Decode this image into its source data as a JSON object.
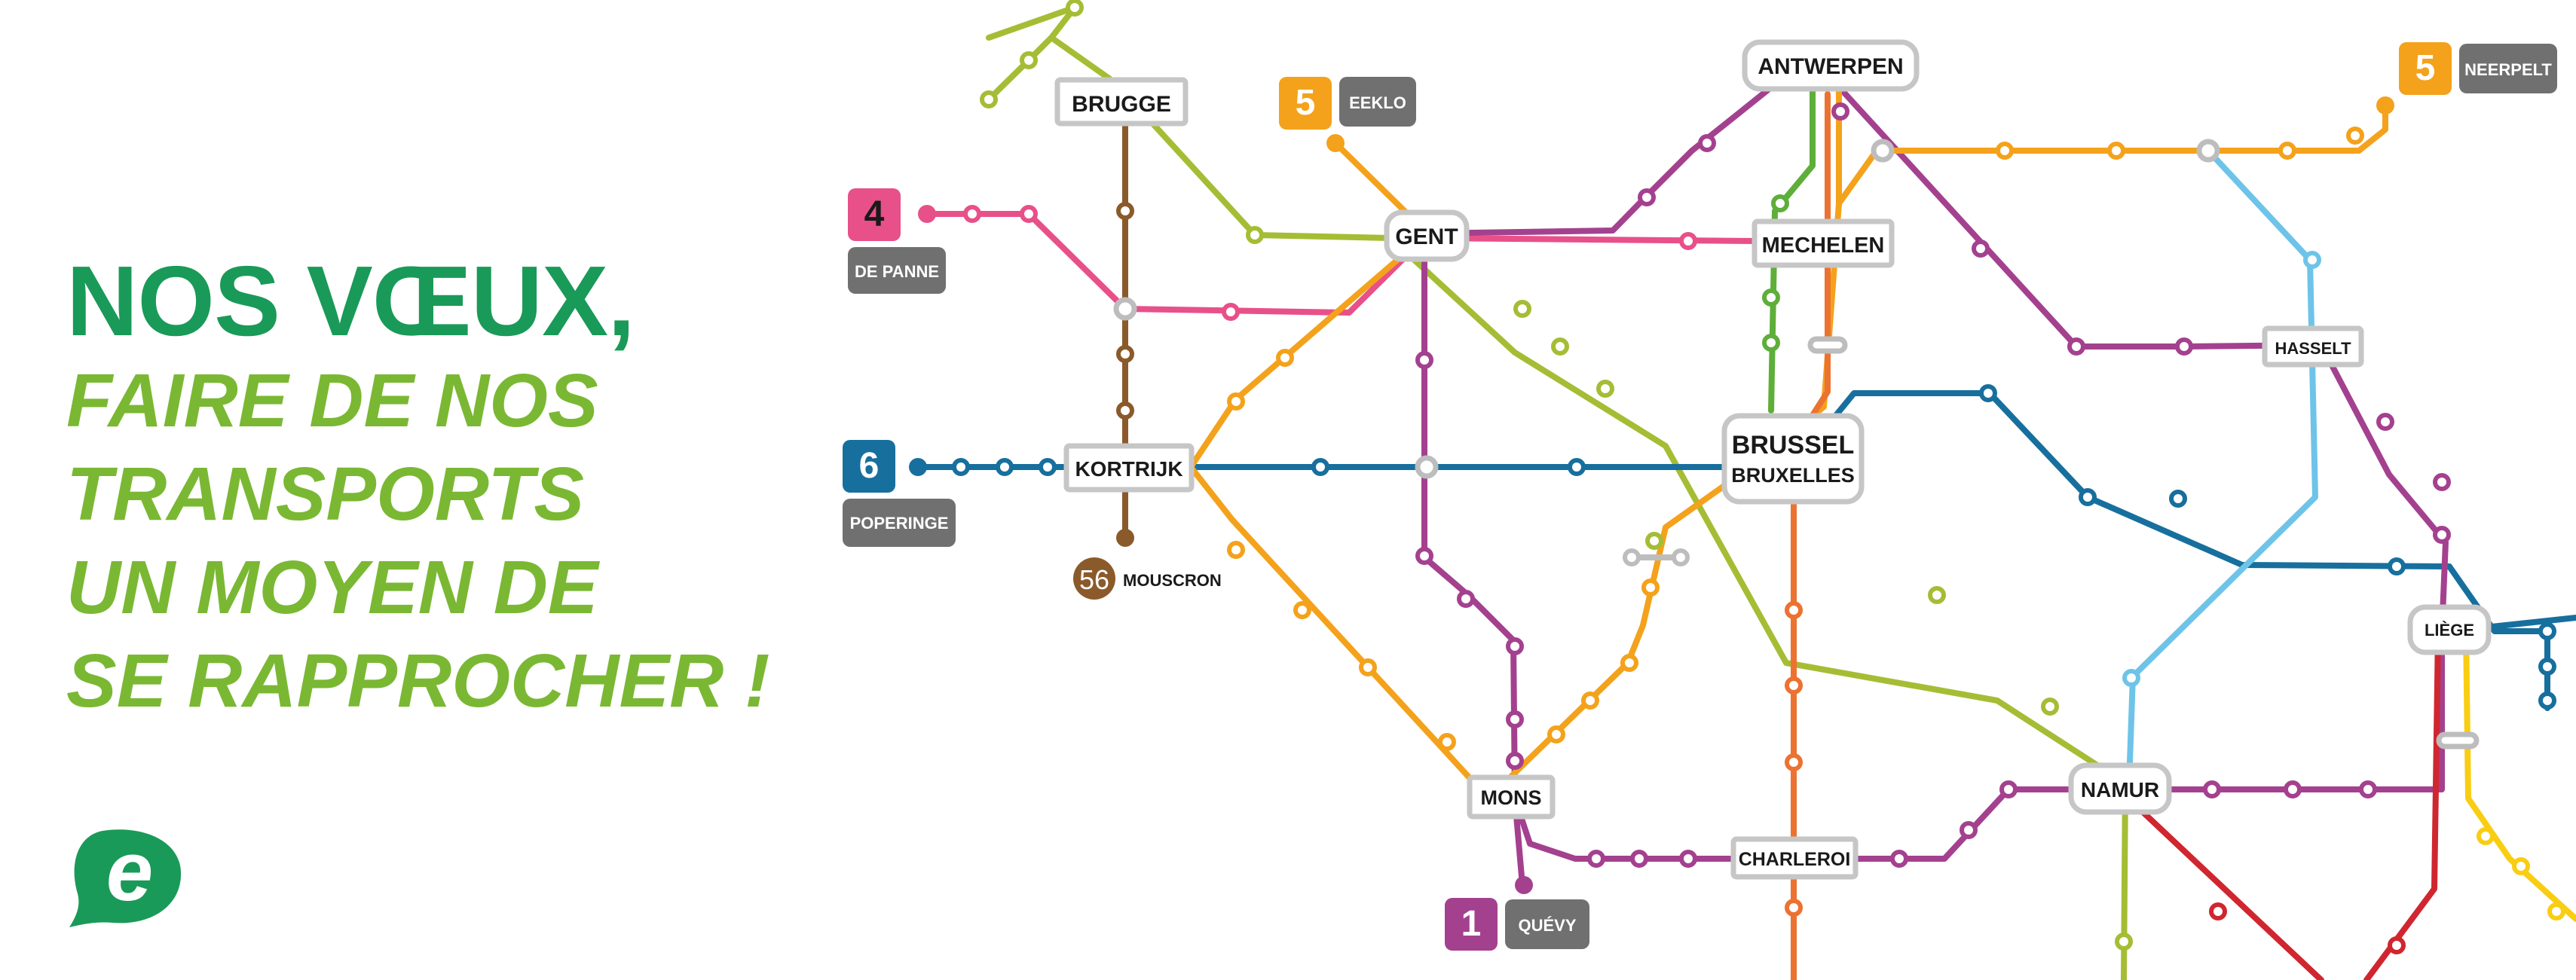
{
  "headline": {
    "line1": "NOS VŒUX,",
    "line2": "FAIRE DE NOS",
    "line3": "TRANSPORTS",
    "line4": "UN MOYEN DE",
    "line5": "SE RAPPROCHER !"
  },
  "logo": {
    "letter": "e",
    "color": "#1a9a58"
  },
  "colors": {
    "headline_dark": "#1a9a58",
    "headline_light": "#7ab833",
    "line1": "#a4418f",
    "line4": "#e8508a",
    "line5": "#f4a21b",
    "line6": "#176f9e",
    "line56": "#8b5a2b",
    "lime": "#a5bd34",
    "green": "#5eae3a",
    "orange": "#ec7231",
    "skyblue": "#6ec4e8",
    "red": "#d0262f",
    "yellow": "#f9cd12",
    "grey": "#bdbdbd",
    "label_grey": "#707070"
  },
  "stations": [
    {
      "id": "brugge",
      "label": "BRUGGE"
    },
    {
      "id": "gent",
      "label": "GENT"
    },
    {
      "id": "antwerpen",
      "label": "ANTWERPEN"
    },
    {
      "id": "mechelen",
      "label": "MECHELEN"
    },
    {
      "id": "kortrijk",
      "label": "KORTRIJK"
    },
    {
      "id": "brussel",
      "label": "BRUSSEL",
      "label2": "BRUXELLES"
    },
    {
      "id": "hasselt",
      "label": "HASSELT"
    },
    {
      "id": "liege",
      "label": "LIÈGE"
    },
    {
      "id": "mons",
      "label": "MONS"
    },
    {
      "id": "charleroi",
      "label": "CHARLEROI"
    },
    {
      "id": "namur",
      "label": "NAMUR"
    }
  ],
  "line_badges": [
    {
      "id": "badge-4",
      "number": "4",
      "terminus": "DE PANNE"
    },
    {
      "id": "badge-5-eeklo",
      "number": "5",
      "terminus": "EEKLO"
    },
    {
      "id": "badge-5-neerpelt",
      "number": "5",
      "terminus": "NEERPELT"
    },
    {
      "id": "badge-6",
      "number": "6",
      "terminus": "POPERINGE"
    },
    {
      "id": "badge-1",
      "number": "1",
      "terminus": "QUÉVY"
    },
    {
      "id": "badge-56",
      "number": "56",
      "terminus": "MOUSCRON"
    }
  ]
}
